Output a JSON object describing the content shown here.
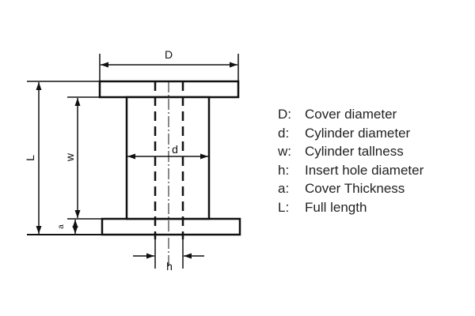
{
  "diagram": {
    "labels": {
      "cover_diameter": "D",
      "cylinder_diameter": "d",
      "cylinder_tallness": "w",
      "full_length": "L",
      "cover_thickness": "a",
      "insert_hole_diameter": "h"
    }
  },
  "legend": {
    "items": [
      {
        "key": "D:",
        "text": "Cover diameter"
      },
      {
        "key": "d:",
        "text": "Cylinder diameter"
      },
      {
        "key": "w:",
        "text": "Cylinder tallness"
      },
      {
        "key": "h:",
        "text": "Insert hole diameter"
      },
      {
        "key": "a:",
        "text": "Cover Thickness"
      },
      {
        "key": "L:",
        "text": "Full length"
      }
    ]
  },
  "colors": {
    "line": "#111111",
    "text": "#222222",
    "background": "#ffffff"
  }
}
